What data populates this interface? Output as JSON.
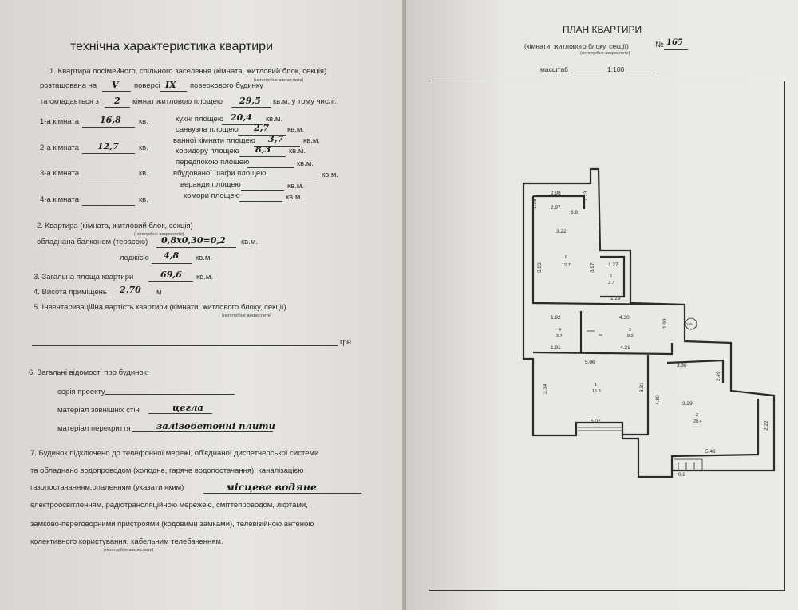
{
  "left": {
    "title": "технічна характеристика квартири",
    "s1": {
      "line1": "1. Квартира посімейного, спільного заселення (кімната, житловий блок, секція)",
      "note": "(непотрібне викреслити)",
      "line2a": "розташована на",
      "floor": "V",
      "line2b": "поверсі",
      "storeys": "IX",
      "line2c": "поверхового будинку",
      "line3a": "та складається з",
      "rooms_count": "2",
      "line3b": "кімнат житловою площею",
      "living_area": "29,5",
      "line3c": "кв.м, у тому числі:",
      "rooms": [
        {
          "label": "1-а кімната",
          "value": "16,8",
          "unit": "кв."
        },
        {
          "label": "2-а кімната",
          "value": "12,7",
          "unit": "кв."
        },
        {
          "label": "3-а кімната",
          "value": "",
          "unit": "кв."
        },
        {
          "label": "4-а кімната",
          "value": "",
          "unit": "кв."
        }
      ],
      "aux": [
        {
          "label": "кухні площею",
          "value": "20,4",
          "unit": "кв.м."
        },
        {
          "label": "санвузла площею",
          "value": "2,7",
          "unit": "кв.м."
        },
        {
          "label": "ванної кімнати площею",
          "value": "3,7",
          "unit": "кв.м."
        },
        {
          "label": "коридору площею",
          "value": "8,3",
          "unit": "кв.м."
        },
        {
          "label": "передпокою площею",
          "value": "",
          "unit": "кв.м."
        },
        {
          "label": "вбудованої шафи площею",
          "value": "",
          "unit": "кв.м."
        },
        {
          "label": "веранди площею",
          "value": "",
          "unit": "кв.м."
        },
        {
          "label": "комори площею",
          "value": "",
          "unit": "кв.м."
        }
      ]
    },
    "s2": {
      "line1": "2. Квартира (кімната, житловий блок, секція)",
      "note": "(непотрібне викреслити)",
      "balcony_label": "обладнана балконом (терасою)",
      "balcony_value": "0,8х0,30=0,2",
      "balcony_unit": "кв.м.",
      "loggia_label": "лоджією",
      "loggia_value": "4,8",
      "loggia_unit": "кв.м."
    },
    "s3": {
      "label": "3. Загальна площа квартири",
      "value": "69,6",
      "unit": "кв.м."
    },
    "s4": {
      "label": "4. Висота приміщень",
      "value": "2,70",
      "unit": "м"
    },
    "s5": {
      "line1": "5. Інвентаризаційна вартість квартири (кімнати, житлового блоку, секції)",
      "note": "(непотрібне викреслити)",
      "currency": "грн"
    },
    "s6": {
      "title": "6. Загальні відомості про будинок:",
      "series_label": "серія проекту",
      "walls_label": "матеріал зовнішніх стін",
      "walls_value": "цегла",
      "floors_label": "матеріал перекриття",
      "floors_value": "залізобетонні плити"
    },
    "s7": {
      "line1": "7. Будинок підключено до телефонної мережі, об'єднаної диспетчерської системи",
      "line2": "та обладнано водопроводом (холодне, гаряче водопостачання), каналізацією",
      "line3": "газопостачанням,опаленням (указати яким)",
      "heating_value": "місцеве водяне",
      "line4": "електроосвітленням, радіотрансляційною мережею, сміттепроводом, ліфтами,",
      "line5": "замково-переговорними пристроями (кодовими замками), телевізійною антеною",
      "line6": "колективного користування, кабельним телебаченням.",
      "note": "(непотрібне викреслити)"
    }
  },
  "right": {
    "title": "ПЛАН КВАРТИРИ",
    "subtitle": "(кімнати, житлового блоку, секції)",
    "number_label": "№",
    "number_value": "165",
    "note": "(непотрібне викреслити)",
    "scale_label": "масштаб",
    "scale_value": "1:100",
    "plan": {
      "dims": {
        "d298": "2.98",
        "d297": "2.97",
        "d322": "3.22",
        "d136": "1.36",
        "d173": "1.73",
        "d68": "6.8",
        "d393": "3.93",
        "d397": "3.97",
        "d127": "1.27",
        "d129": "1.29",
        "d192": "1.92",
        "d191": "1.91",
        "d430": "4.30",
        "d431": "4.31",
        "d193": "1.93",
        "d506": "5.06",
        "d330": "3.30",
        "d334": "3.34",
        "d331": "3.31",
        "d480": "4.80",
        "d329": "3.29",
        "d249": "2.49",
        "d507": "5.07",
        "d543": "5.43",
        "d222": "2.22",
        "d08": "0.8"
      },
      "rooms": {
        "r1": "1",
        "r1a": "16.8",
        "r2": "2",
        "r2a": "20.4",
        "r3": "3",
        "r3a": "8.3",
        "r4": "4",
        "r4a": "3.7",
        "r5": "5",
        "r5a": "2.7",
        "r6": "6",
        "r6a": "12.7",
        "flat": "165"
      }
    }
  }
}
